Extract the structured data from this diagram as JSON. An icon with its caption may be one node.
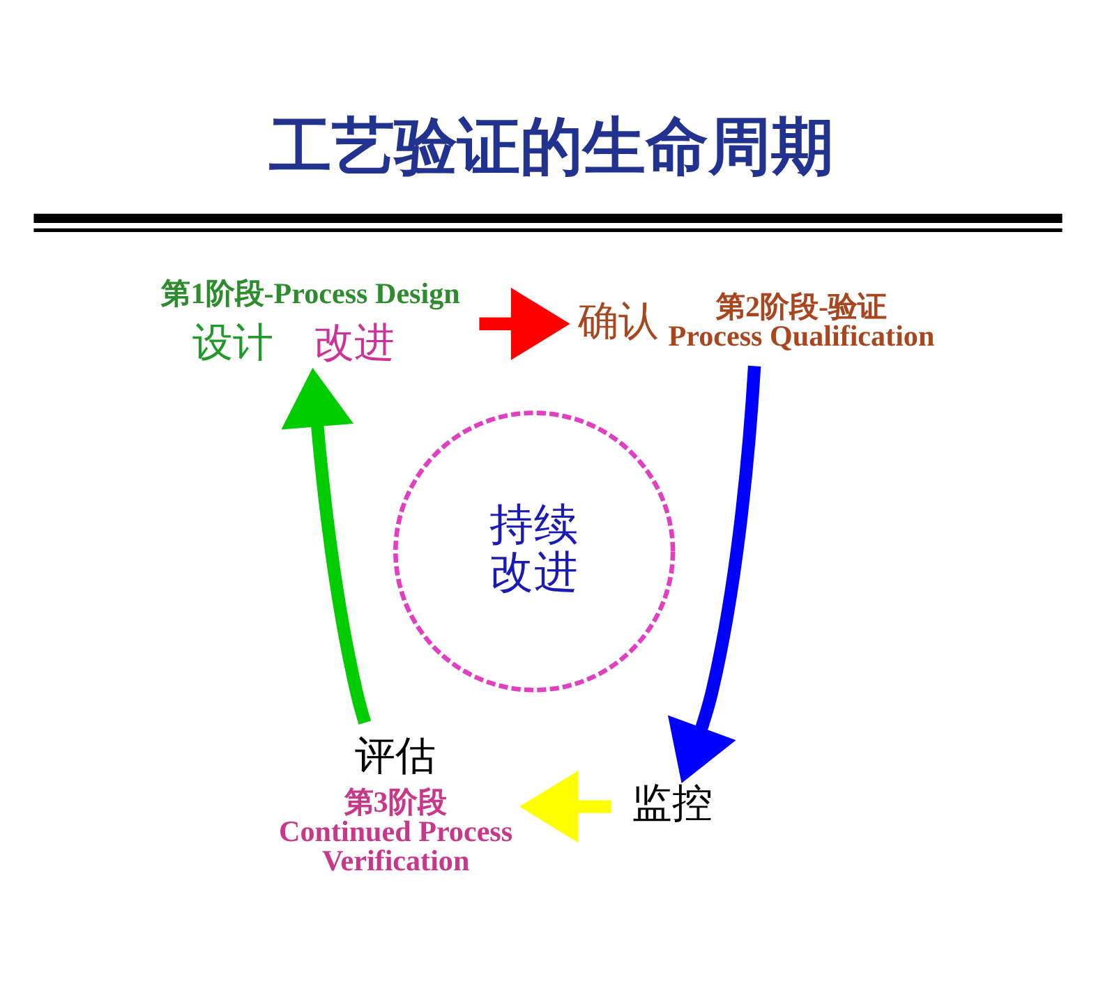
{
  "diagram": {
    "title": "工艺验证的生命周期",
    "nodes": [
      {
        "text": [
          "持续改进"
        ]
      },
      {
        "text": [
          "设计"
        ],
        "beside": [
          "第1阶段-Process Design",
          "改进"
        ]
      },
      {
        "text": [
          "确认"
        ],
        "beside": [
          "第2阶段-验证 Process Qualification"
        ]
      },
      {
        "text": [
          "评估"
        ],
        "beside": [
          "第3阶段 Continued Process Verification"
        ]
      },
      {
        "text": [
          "监控"
        ]
      }
    ],
    "edges": [
      {
        "from": 1,
        "to": 2,
        "arrow": "to",
        "color": "#ff0000"
      },
      {
        "from": 2,
        "to": 4,
        "arrow": "to",
        "color": "#0000ff"
      },
      {
        "from": 4,
        "to": 3,
        "arrow": "to",
        "color": "#ffff00"
      },
      {
        "from": 3,
        "to": 1,
        "arrow": "to",
        "color": "#00cc00"
      }
    ]
  }
}
